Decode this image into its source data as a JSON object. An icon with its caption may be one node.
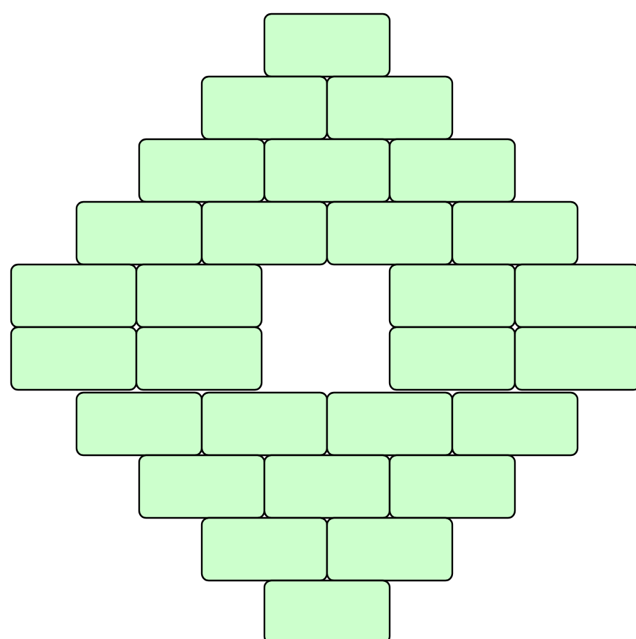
{
  "diagram": {
    "nodes": [
      {
        "text": [],
        "shape": "box"
      },
      {
        "text": [],
        "shape": "box"
      },
      {
        "text": [],
        "shape": "box"
      },
      {
        "text": [],
        "shape": "box"
      },
      {
        "text": [],
        "shape": "box"
      },
      {
        "text": [],
        "shape": "box"
      },
      {
        "text": [],
        "shape": "box"
      },
      {
        "text": [],
        "shape": "box"
      },
      {
        "text": [],
        "shape": "box"
      },
      {
        "text": [],
        "shape": "box"
      },
      {
        "text": [],
        "shape": "box"
      },
      {
        "text": [],
        "shape": "box"
      },
      {
        "text": [],
        "shape": "box"
      },
      {
        "text": [],
        "shape": "box"
      },
      {
        "text": [],
        "shape": "box"
      },
      {
        "text": [],
        "shape": "box"
      },
      {
        "text": [],
        "shape": "box"
      },
      {
        "text": [],
        "shape": "box"
      },
      {
        "text": [],
        "shape": "box"
      },
      {
        "text": [],
        "shape": "box"
      },
      {
        "text": [],
        "shape": "box"
      },
      {
        "text": [],
        "shape": "box"
      },
      {
        "text": [],
        "shape": "box"
      },
      {
        "text": [],
        "shape": "box"
      },
      {
        "text": [],
        "shape": "box"
      },
      {
        "text": [],
        "shape": "box"
      },
      {
        "text": [],
        "shape": "box"
      },
      {
        "text": [],
        "shape": "box"
      }
    ]
  }
}
